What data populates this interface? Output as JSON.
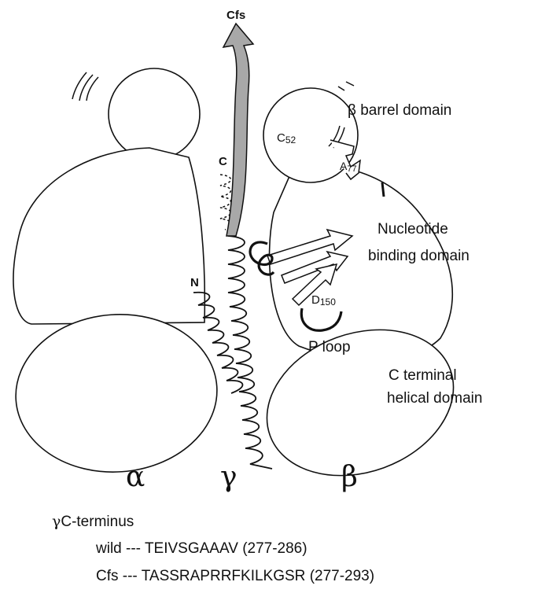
{
  "labels": {
    "cfs_top": "Cfs",
    "beta_barrel_domain": "β barrel domain",
    "c52_prefix": "C",
    "c52_sub": "52",
    "a77_prefix": "A",
    "a77_sub": "77",
    "c_terminal_marker": "C",
    "n_terminal_marker": "N",
    "nucleotide_line1": "Nucleotide",
    "nucleotide_line2": "binding domain",
    "d150_prefix": "D",
    "d150_sub": "150",
    "p_loop": "P loop",
    "c_terminal_line1": "C terminal",
    "c_terminal_line2": "helical domain"
  },
  "subunits": {
    "alpha": "α",
    "gamma": "γ",
    "beta": "β"
  },
  "caption": {
    "title_greek": "γ",
    "title_text": "C-terminus",
    "wild_label": "wild",
    "wild_dashes": "---",
    "wild_sequence": "TEIVSGAAAV",
    "wild_range": "(277-286)",
    "cfs_label": "Cfs",
    "cfs_dashes": "---",
    "cfs_sequence": "TASSRAPRRFKILKGSR",
    "cfs_range": "(277-293)"
  },
  "colors": {
    "line": "#111111",
    "arrow_fill": "#a8a8a8",
    "background": "#ffffff"
  },
  "icons": {
    "cfs_arrow": "curved-arrow",
    "motion_marks": "motion-lines-icon"
  }
}
